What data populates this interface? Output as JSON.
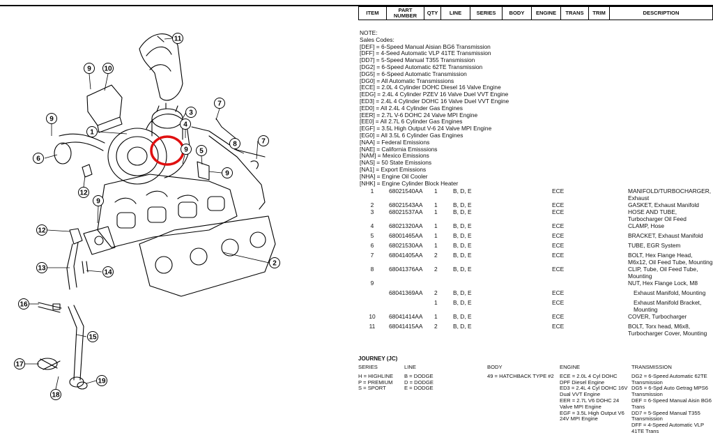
{
  "diagram": {
    "callouts": [
      "1",
      "2",
      "3",
      "4",
      "5",
      "6",
      "7",
      "7",
      "8",
      "9",
      "9",
      "9",
      "9",
      "9",
      "10",
      "11",
      "12",
      "12",
      "13",
      "14",
      "15",
      "16",
      "17",
      "18",
      "19"
    ]
  },
  "table_header": {
    "item": "ITEM",
    "part_number": "PART NUMBER",
    "qty": "QTY",
    "line": "LINE",
    "series": "SERIES",
    "body": "BODY",
    "engine": "ENGINE",
    "trans": "TRANS",
    "trim": "TRIM",
    "description": "DESCRIPTION"
  },
  "notes": [
    "NOTE:",
    "Sales Codes:",
    "[DEF] = 6-Speed Manual Aisian BG6 Transmission",
    "[DFF] = 4-Seed Automatic VLP 41TE Transmission",
    "[DD7] = 5-Speed Manual T355 Transmission",
    "[DG2] = 6-Speed Automatic 62TE Transmission",
    "[DG5] = 6-Speed Automatic Transmission",
    "[DG0] = All Automatic Transmissions",
    "[ECE] = 2.0L 4 Cylinder DOHC Diesel 16 Valve Engine",
    "[EDG] = 2.4L 4 Cylinder PZEV 16 Valve Duel VVT Engine",
    "[ED3] = 2.4L 4 Cylinder DOHC 16 Valve Duel VVT Engine",
    "[ED0] = All 2.4L 4 Cylinder Gas Engines",
    "[EER] = 2.7L V-6 DOHC 24 Valve MPI Engine",
    "[EE0] = All 2.7L 6 Cylinder Gas Engines",
    "[EGF] = 3.5L High Output V-6 24 Valve MPI Engine",
    "[EG0] = All 3.5L 6 Cylinder Gas Engines",
    "[NAA] = Federal Emissions",
    "[NAE] = California Emisssions",
    "[NAM] = Mexico Emissions",
    "[NAS] = 50 State Emissions",
    "[NA1] = Export Emissions",
    "[NHA] = Engine Oil Cooler",
    "[NHK] = Engine Cylinder Block Heater"
  ],
  "parts": [
    {
      "item": "1",
      "part": "68021540AA",
      "qty": "1",
      "line": "B, D, E",
      "engine": "ECE",
      "desc": "MANIFOLD/TURBOCHARGER, Exhaust"
    },
    {
      "item": "2",
      "part": "68021543AA",
      "qty": "1",
      "line": "B, D, E",
      "engine": "ECE",
      "desc": "GASKET, Exhaust Manifold"
    },
    {
      "item": "3",
      "part": "68021537AA",
      "qty": "1",
      "line": "B, D, E",
      "engine": "ECE",
      "desc": "HOSE AND TUBE, Turbocharger Oil Feed"
    },
    {
      "item": "4",
      "part": "68021320AA",
      "qty": "1",
      "line": "B, D, E",
      "engine": "ECE",
      "desc": "CLAMP, Hose"
    },
    {
      "item": "5",
      "part": "68001465AA",
      "qty": "1",
      "line": "B, D, E",
      "engine": "ECE",
      "desc": "BRACKET, Exhaust Manifold"
    },
    {
      "item": "6",
      "part": "68021530AA",
      "qty": "1",
      "line": "B, D, E",
      "engine": "ECE",
      "desc": "TUBE, EGR System"
    },
    {
      "item": "7",
      "part": "68041405AA",
      "qty": "2",
      "line": "B, D, E",
      "engine": "ECE",
      "desc": "BOLT, Hex Flange Head, M6x12, Oil Feed Tube, Mounting"
    },
    {
      "item": "8",
      "part": "68041376AA",
      "qty": "2",
      "line": "B, D, E",
      "engine": "ECE",
      "desc": "CLIP, Tube, Oil Feed Tube, Mounting"
    },
    {
      "item": "9",
      "part": "",
      "qty": "",
      "line": "",
      "engine": "",
      "desc": "NUT, Hex Flange Lock, M8"
    },
    {
      "item": "",
      "part": "68041369AA",
      "qty": "2",
      "line": "B, D, E",
      "engine": "ECE",
      "desc": "Exhaust Manifold, Mounting",
      "indent": true
    },
    {
      "item": "",
      "part": "",
      "qty": "1",
      "line": "B, D, E",
      "engine": "ECE",
      "desc": "Exhaust Manifold Bracket, Mounting",
      "indent": true
    },
    {
      "item": "10",
      "part": "68041414AA",
      "qty": "1",
      "line": "B, D, E",
      "engine": "ECE",
      "desc": "COVER, Turbocharger"
    },
    {
      "item": "11",
      "part": "68041415AA",
      "qty": "2",
      "line": "B, D, E",
      "engine": "ECE",
      "desc": "BOLT, Torx head, M6x8, Turbocharger Cover, Mounting"
    }
  ],
  "legend": {
    "title": "JOURNEY (JC)",
    "series_hdr": "SERIES",
    "series": [
      "H = HIGHLINE",
      "P = PREMIUM",
      "S = SPORT"
    ],
    "line_hdr": "LINE",
    "line": [
      "B = DODGE",
      "D = DODGE",
      "E = DODGE"
    ],
    "body_hdr": "BODY",
    "body": [
      "49 = HATCHBACK TYPE #2"
    ],
    "engine_hdr": "ENGINE",
    "engine": [
      "ECE = 2.0L 4 Cyl DOHC DPF Diesel Engine",
      "ED3 = 2.4L 4 Cyl DOHC 16V Dual VVT Engine",
      "EER = 2.7L V6 DOHC 24 Valve MPI Engine",
      "EGF = 3.5L High Output V6 24V MPI Engine"
    ],
    "trans_hdr": "TRANSMISSION",
    "trans": [
      "DG2 = 6-Speed Automatic 62TE Transmission",
      "DG5 = 6-Spd Auto Getrag MPS6 Transmission",
      "DEF = 6-Speed Manual Aisin BG6 Trans",
      "DD7 = 5-Speed Manual T355 Transmission",
      "DFF = 4-Speed Automatic VLP 41TE Trans"
    ]
  },
  "colors": {
    "highlight_circle": "#e01010",
    "lines": "#000000"
  }
}
